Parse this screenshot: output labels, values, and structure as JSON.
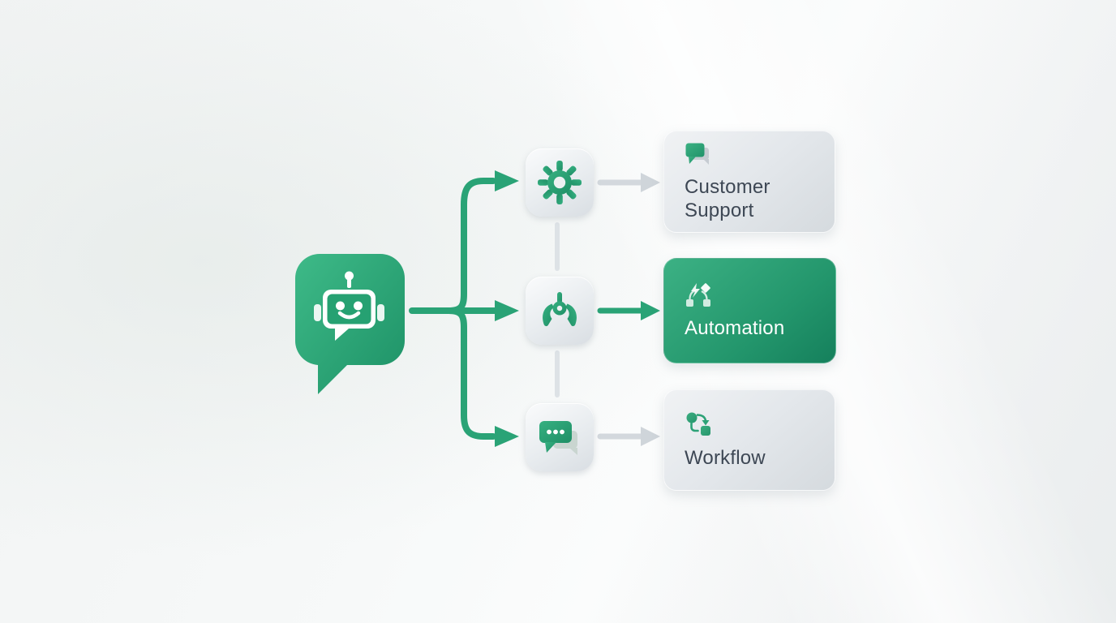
{
  "diagram": {
    "source_node": {
      "icon": "chatbot-robot-icon",
      "shape": "speech-bubble",
      "color": "#2aa376"
    },
    "middle_nodes": [
      {
        "icon": "gear-icon"
      },
      {
        "icon": "robot-claw-icon"
      },
      {
        "icon": "chat-bubbles-icon"
      }
    ],
    "cards": [
      {
        "label": "Customer Support",
        "variant": "light",
        "icon": "chat-bubbles-icon"
      },
      {
        "label": "Automation",
        "variant": "green",
        "icon": "branch-workflow-icon"
      },
      {
        "label": "Workflow",
        "variant": "light",
        "icon": "process-sync-icon"
      }
    ],
    "colors": {
      "accent_green": "#2aa376",
      "green_dark": "#17855f",
      "card_light": "#e4e8ec",
      "text_dark": "#3d4754",
      "text_light": "#ffffff",
      "connector_gray": "#d3d8dd"
    }
  }
}
